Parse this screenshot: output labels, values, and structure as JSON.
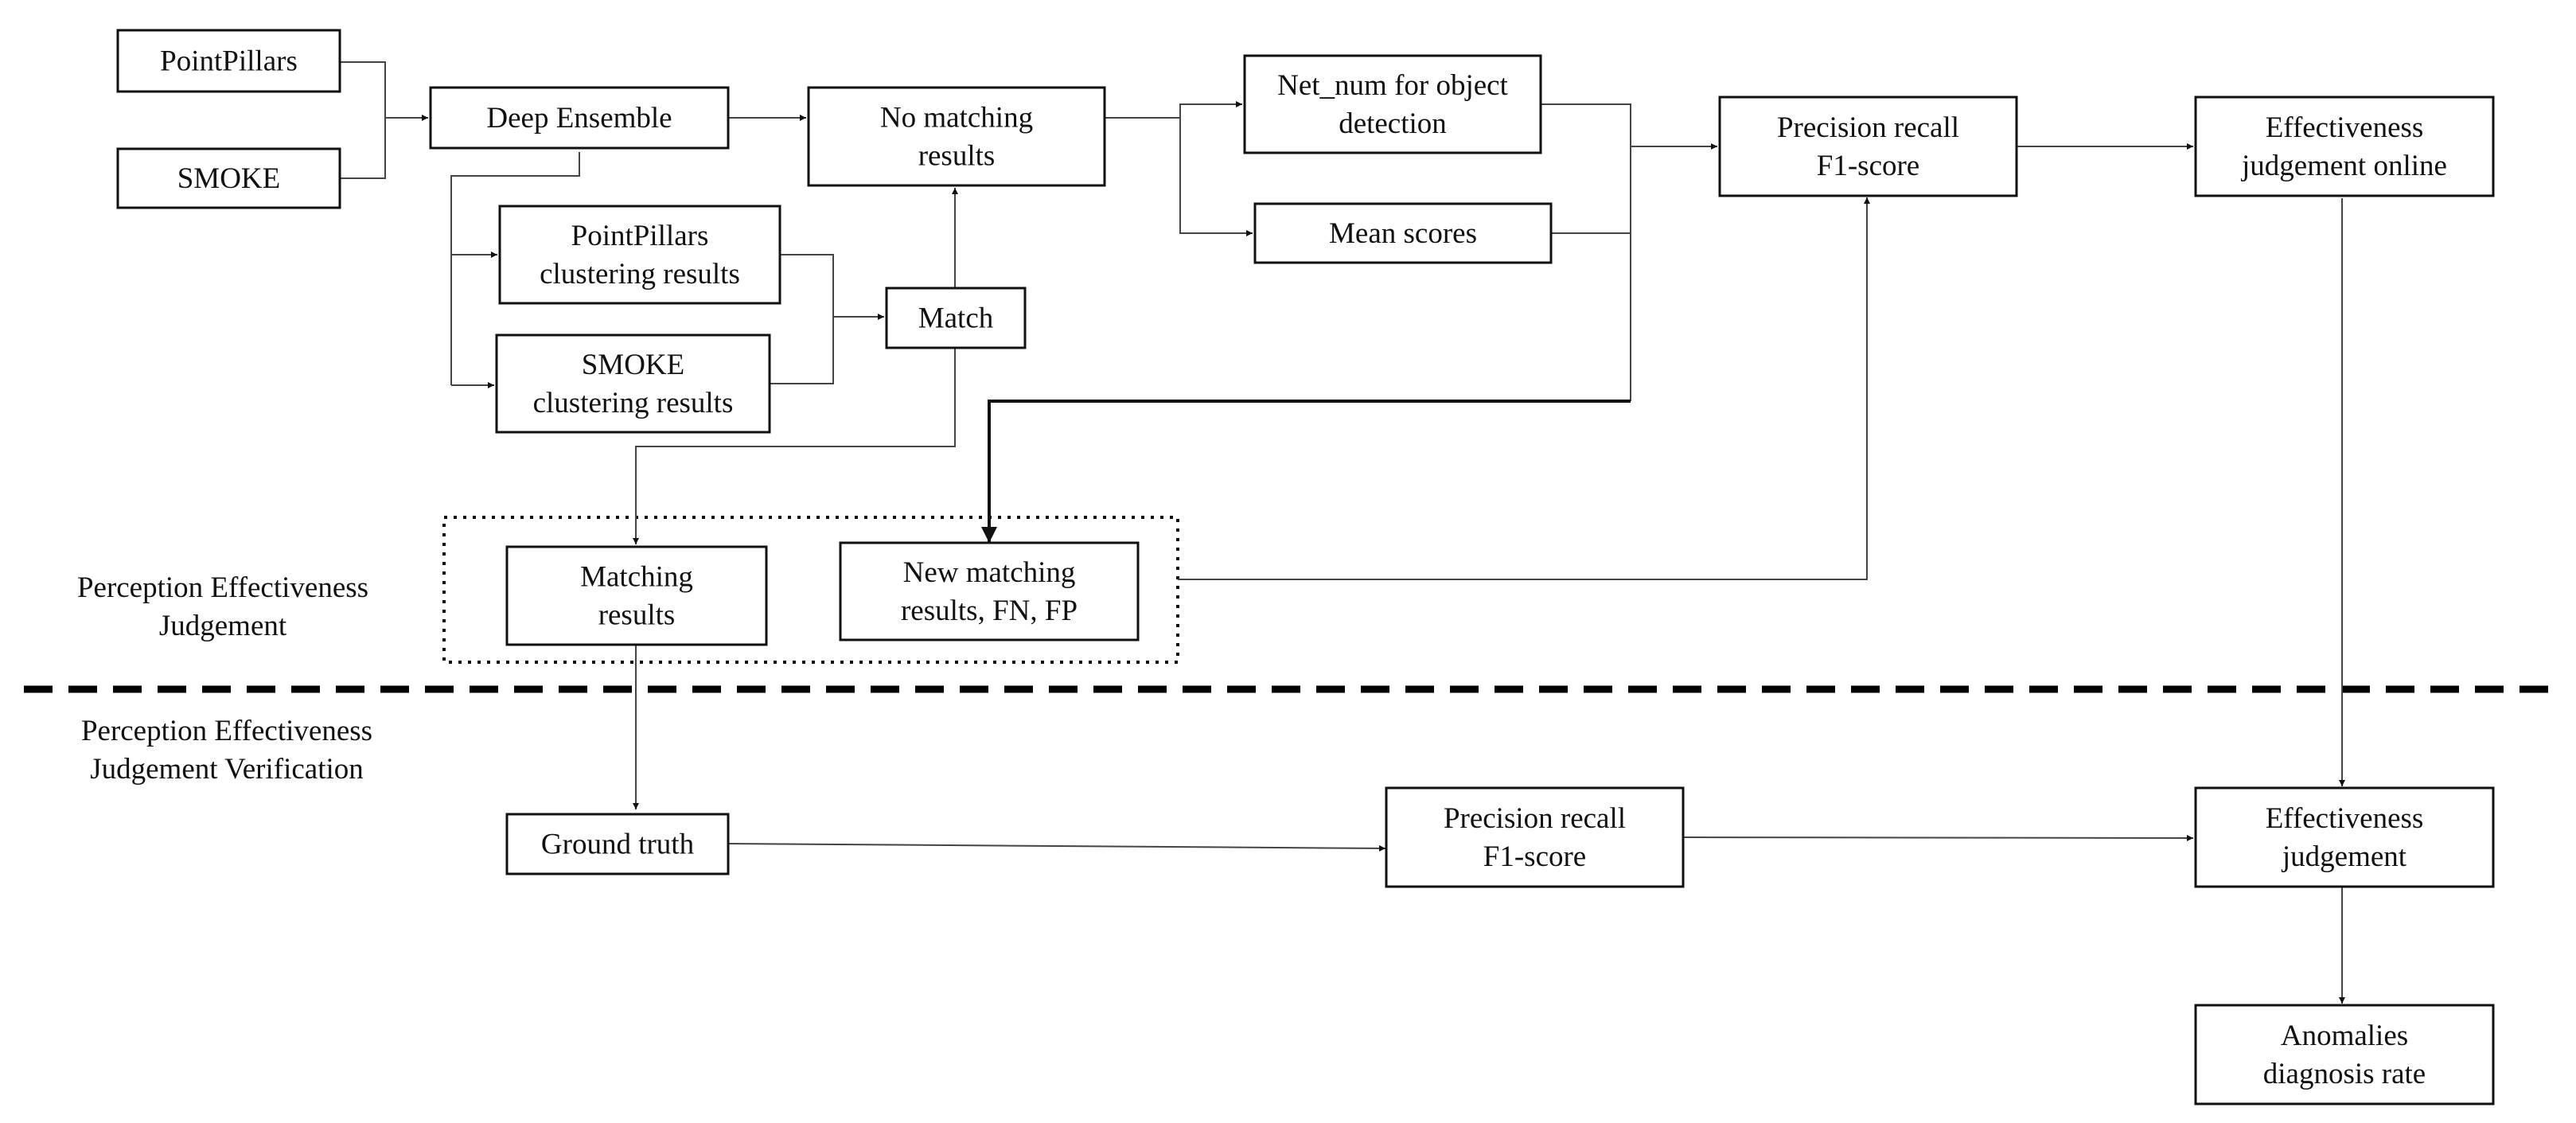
{
  "nodes": {
    "pointpillars": [
      "PointPillars"
    ],
    "smoke": [
      "SMOKE"
    ],
    "deep_ensemble": [
      "Deep Ensemble"
    ],
    "no_matching": [
      "No matching",
      "results"
    ],
    "net_num": [
      "Net_num for object",
      "detection"
    ],
    "mean_scores": [
      "Mean scores"
    ],
    "precision_top": [
      "Precision  recall",
      "F1-score"
    ],
    "eff_online": [
      "Effectiveness",
      "judgement online"
    ],
    "pp_cluster": [
      "PointPillars",
      "clustering results"
    ],
    "smoke_cluster": [
      "SMOKE",
      "clustering results"
    ],
    "match": [
      "Match"
    ],
    "matching_results": [
      "Matching",
      "results"
    ],
    "new_matching": [
      "New matching",
      "results, FN, FP"
    ],
    "ground_truth": [
      "Ground truth"
    ],
    "precision_bottom": [
      "Precision  recall",
      "F1-score"
    ],
    "eff_judgement": [
      "Effectiveness",
      "judgement"
    ],
    "anomalies": [
      "Anomalies",
      "diagnosis rate"
    ]
  },
  "sections": {
    "top": [
      "Perception Effectiveness",
      "Judgement"
    ],
    "bottom": [
      "Perception Effectiveness",
      "Judgement Verification"
    ]
  },
  "colors": {
    "stroke": "#111111",
    "background": "#ffffff"
  }
}
